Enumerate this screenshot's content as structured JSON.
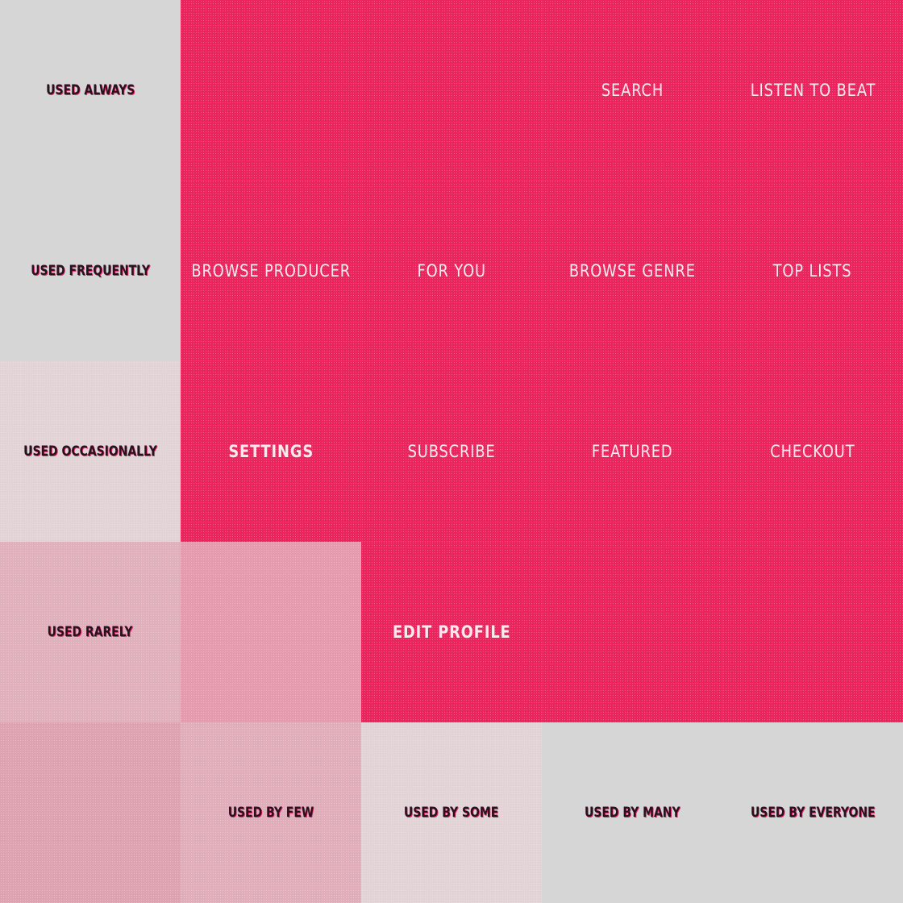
{
  "colors": {
    "hot": "#ea255e",
    "warm": "#e69aad",
    "mid": "#dfa4b1",
    "light": "#e2cfd3",
    "cool": "#d6d6d6",
    "row_label_bg_0": "#d6d6d6",
    "row_label_bg_1": "#d6d6d6",
    "row_label_bg_2": "#e2d3d6",
    "row_label_bg_3": "#e0b0bc",
    "col_label_bg_0": "#dea2b0",
    "col_label_bg_1": "#e0aebb",
    "col_label_bg_2": "#e2d3d6",
    "col_label_bg_3": "#d6d6d6",
    "col_label_bg_4": "#d6d6d6"
  },
  "row_labels": [
    "USED ALWAYS",
    "USED FREQUENTLY",
    "USED OCCASIONALLY",
    "USED RARELY"
  ],
  "col_labels": [
    "",
    "USED BY FEW",
    "USED BY SOME",
    "USED BY MANY",
    "USED BY EVERYONE"
  ],
  "grid": [
    [
      "",
      "",
      "SEARCH",
      "LISTEN TO BEAT"
    ],
    [
      "BROWSE PRODUCER",
      "FOR YOU",
      "BROWSE GENRE",
      "TOP LISTS"
    ],
    [
      "SETTINGS",
      "SUBSCRIBE",
      "FEATURED",
      "CHECKOUT"
    ],
    [
      "",
      "EDIT PROFILE",
      "",
      ""
    ]
  ],
  "cell_fill": [
    [
      "hot",
      "hot",
      "hot",
      "hot"
    ],
    [
      "hot",
      "hot",
      "hot",
      "hot"
    ],
    [
      "hot",
      "hot",
      "hot",
      "hot"
    ],
    [
      "warm",
      "hot",
      "hot",
      "hot"
    ]
  ]
}
